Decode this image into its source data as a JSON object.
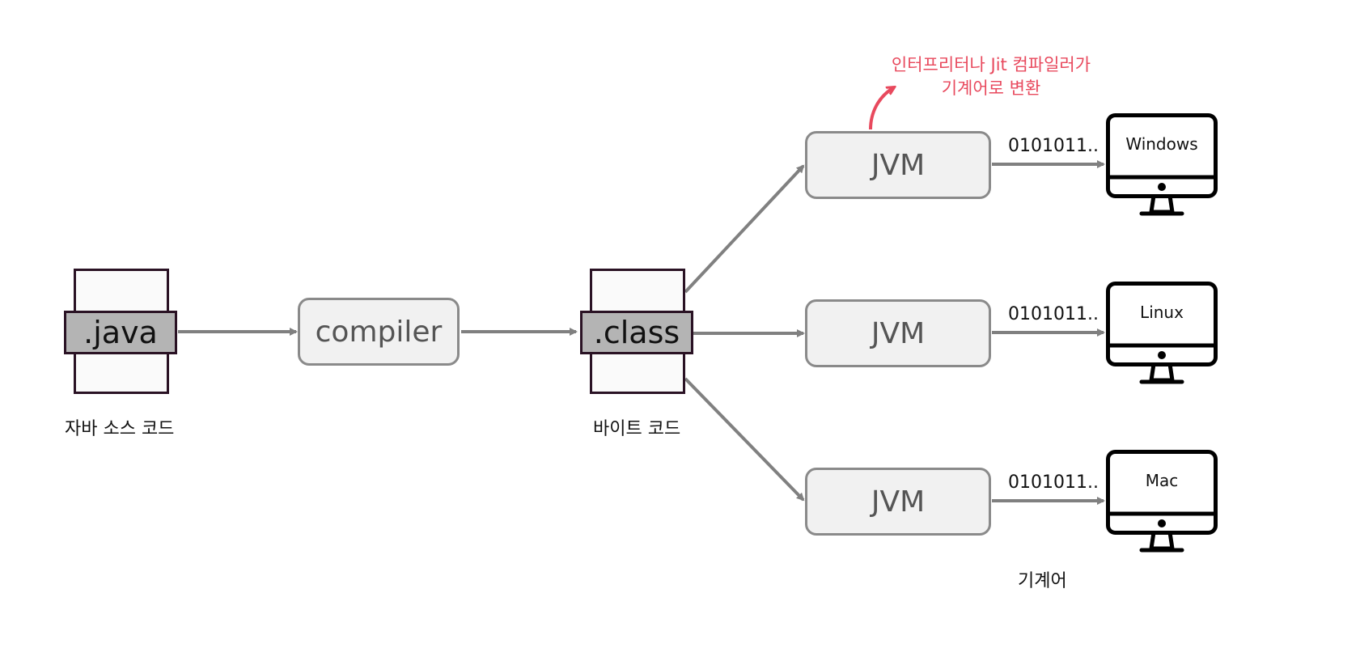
{
  "source": {
    "extension": ".java",
    "caption": "자바 소스 코드"
  },
  "compiler": {
    "label": "compiler"
  },
  "bytecode": {
    "extension": ".class",
    "caption": "바이트 코드"
  },
  "jvm_label": "JVM",
  "bits": "0101011..",
  "platforms": [
    "Windows",
    "Linux",
    "Mac"
  ],
  "annotation": {
    "line1": "인터프리터나 Jit 컴파일러가",
    "line2": "기계어로 변환"
  },
  "machine_code_caption": "기계어",
  "colors": {
    "arrow": "#808080",
    "annotation": "#e8495d",
    "doc_border": "#2a1224",
    "band": "#b4b4b4"
  }
}
